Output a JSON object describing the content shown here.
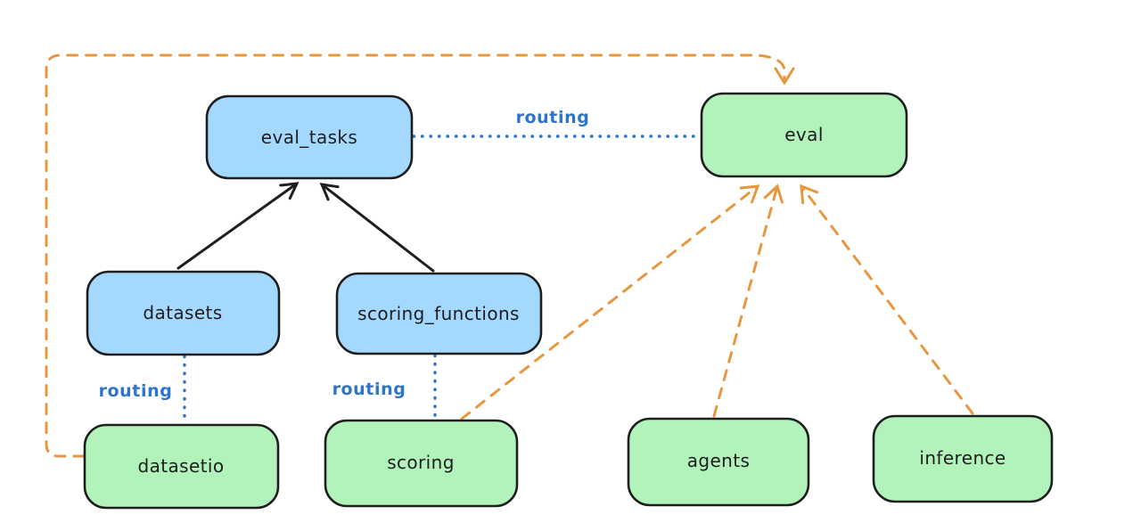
{
  "diagram": {
    "kind": "architecture-routing-diagram",
    "nodes": {
      "eval_tasks": {
        "label": "eval_tasks",
        "fill": "#a5d8ff"
      },
      "eval": {
        "label": "eval",
        "fill": "#b2f2bb"
      },
      "datasets": {
        "label": "datasets",
        "fill": "#a5d8ff"
      },
      "scoring_functions": {
        "label": "scoring_functions",
        "fill": "#a5d8ff"
      },
      "datasetio": {
        "label": "datasetio",
        "fill": "#b2f2bb"
      },
      "scoring": {
        "label": "scoring",
        "fill": "#b2f2bb"
      },
      "agents": {
        "label": "agents",
        "fill": "#b2f2bb"
      },
      "inference": {
        "label": "inference",
        "fill": "#b2f2bb"
      }
    },
    "edge_labels": {
      "routing_top": "routing",
      "routing_datasets": "routing",
      "routing_scoring": "routing"
    },
    "edges": [
      {
        "from": "datasets",
        "to": "eval_tasks",
        "style": "solid-arrow",
        "color": "black"
      },
      {
        "from": "scoring_functions",
        "to": "eval_tasks",
        "style": "solid-arrow",
        "color": "black"
      },
      {
        "from": "eval_tasks",
        "to": "eval",
        "style": "dotted",
        "color": "blue",
        "label": "routing"
      },
      {
        "from": "datasets",
        "to": "datasetio",
        "style": "dotted",
        "color": "blue",
        "label": "routing"
      },
      {
        "from": "scoring_functions",
        "to": "scoring",
        "style": "dotted",
        "color": "blue",
        "label": "routing"
      },
      {
        "from": "datasetio",
        "to": "eval",
        "style": "dashed-arrow",
        "color": "orange"
      },
      {
        "from": "scoring",
        "to": "eval",
        "style": "dashed-arrow",
        "color": "orange"
      },
      {
        "from": "agents",
        "to": "eval",
        "style": "dashed-arrow",
        "color": "orange"
      },
      {
        "from": "inference",
        "to": "eval",
        "style": "dashed-arrow",
        "color": "orange"
      }
    ],
    "colors": {
      "background": "#ffffff",
      "stroke": "#1e1e1e",
      "blue_fill": "#a5d8ff",
      "green_fill": "#b2f2bb",
      "orange_edge": "#e8973f",
      "routing_blue": "#2e74c9"
    }
  }
}
